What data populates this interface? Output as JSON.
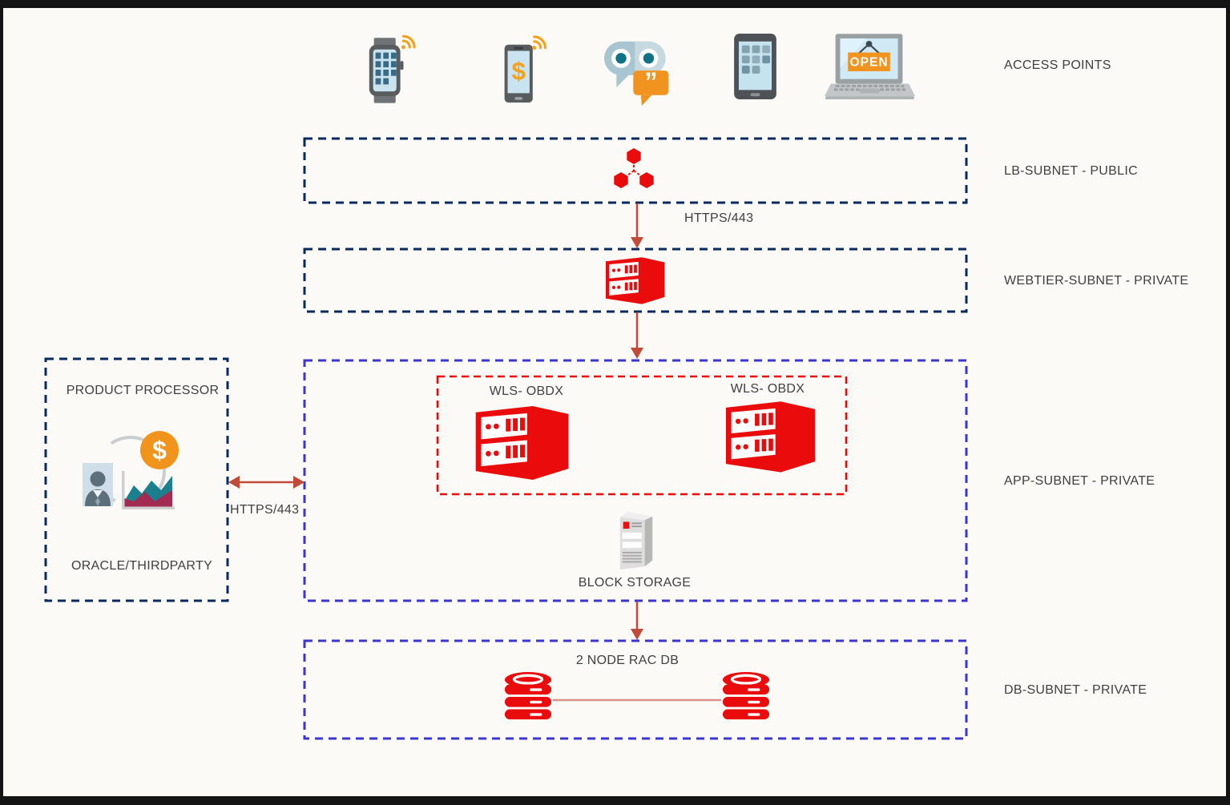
{
  "access_points": {
    "label": "ACCESS POINTS",
    "laptop_sign": "OPEN",
    "phone_dollar": "$",
    "chatbot_quotes": "”",
    "icon_names": [
      "smartwatch-icon",
      "mobile-banking-icon",
      "chatbot-icon",
      "tablet-icon",
      "laptop-open-sign-icon"
    ]
  },
  "zones": {
    "lb_subnet": {
      "label": "LB-SUBNET - PUBLIC",
      "border_color": "#082a5e"
    },
    "webtier_subnet": {
      "label": "WEBTIER-SUBNET - PRIVATE",
      "border_color": "#082a5e"
    },
    "app_subnet": {
      "label": "APP-SUBNET - PRIVATE",
      "border_color": "#3b36d1"
    },
    "db_subnet": {
      "label": "DB-SUBNET - PRIVATE",
      "border_color": "#3b36d1"
    },
    "wls_cluster": {
      "node1_label": "WLS- OBDX",
      "node2_label": "WLS- OBDX",
      "border_color": "#f40505"
    },
    "product_processor": {
      "title": "PRODUCT PROCESSOR",
      "subtitle": "ORACLE/THIRDPARTY",
      "dollar": "$",
      "border_color": "#082a5e"
    }
  },
  "nodes": {
    "block_storage_label": "BLOCK STORAGE",
    "rac_db_label": "2 NODE RAC DB"
  },
  "connections": {
    "lb_to_webtier": {
      "label": "HTTPS/443"
    },
    "product_processor_to_app": {
      "label": "HTTPS/443"
    }
  },
  "colors": {
    "background": "#fbfaf6",
    "frame": "#141414",
    "navy_dash": "#082a5e",
    "blue_dash": "#3b36d1",
    "red_dash": "#f40505",
    "icon_red": "#ea0c0c",
    "arrow": "#bf4b38",
    "db_link": "#dd9087",
    "orange": "#f0931f",
    "text": "#3f3f3f"
  }
}
